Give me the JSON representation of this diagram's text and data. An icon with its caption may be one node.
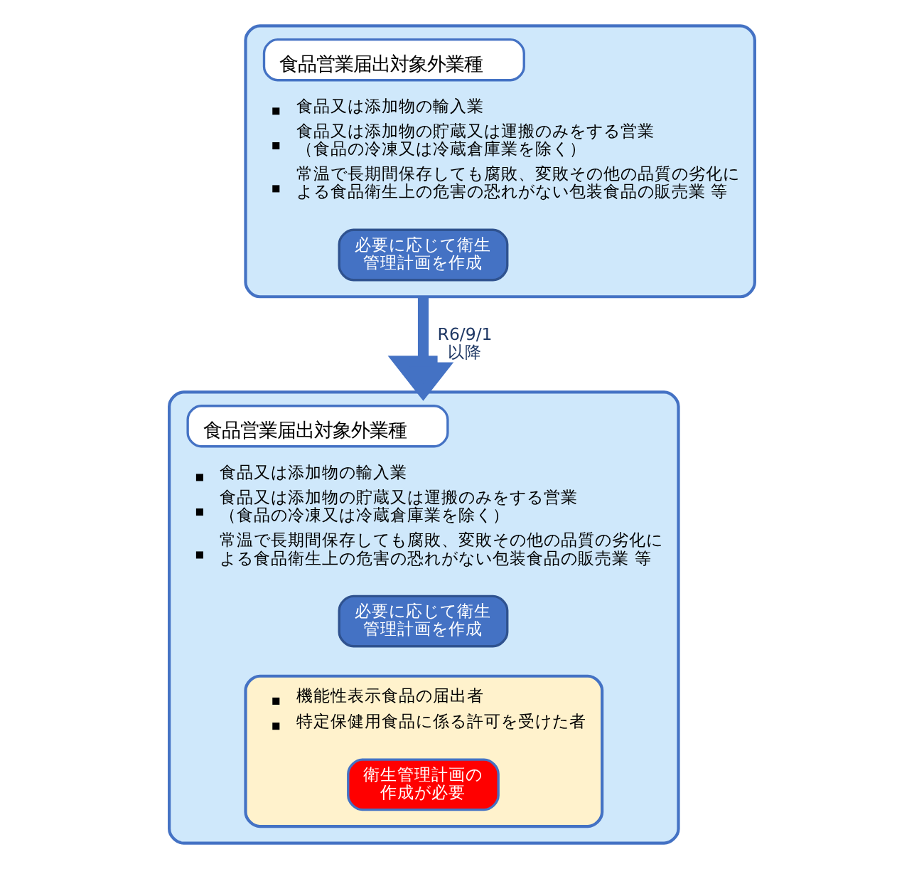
{
  "diagram": {
    "nodes": [
      {
        "text": [
          "食品営業届出対象外業種",
          "食品又は添加物の輸入業",
          "食品又は添加物の貯蔵又は運搬のみをする営業（食品の冷凍又は冷蔵倉庫業を除く）",
          "常温で長期間保存しても腐敗、変敗その他の品質の劣化による食品衛生上の危害の恐れがない包装食品の販売業 等"
        ]
      },
      {
        "text": [
          "必要に応じて衛生管理計画を作成"
        ],
        "in": 0
      },
      {
        "text": [
          "食品営業届出対象外業種",
          "食品又は添加物の輸入業",
          "食品又は添加物の貯蔵又は運搬のみをする営業（食品の冷凍又は冷蔵倉庫業を除く）",
          "常温で長期間保存しても腐敗、変敗その他の品質の劣化による食品衛生上の危害の恐れがない包装食品の販売業 等"
        ]
      },
      {
        "text": [
          "必要に応じて衛生管理計画を作成"
        ],
        "in": 2
      },
      {
        "text": [
          "機能性表示食品の届出者",
          "特定保健用食品に係る許可を受けた者"
        ],
        "in": 2
      },
      {
        "text": [
          "衛生管理計画の作成が必要"
        ],
        "in": 4
      }
    ],
    "edges": [
      {
        "from": 0,
        "to": 2,
        "arrow": "to",
        "label": "R6/9/1 以降"
      }
    ]
  }
}
